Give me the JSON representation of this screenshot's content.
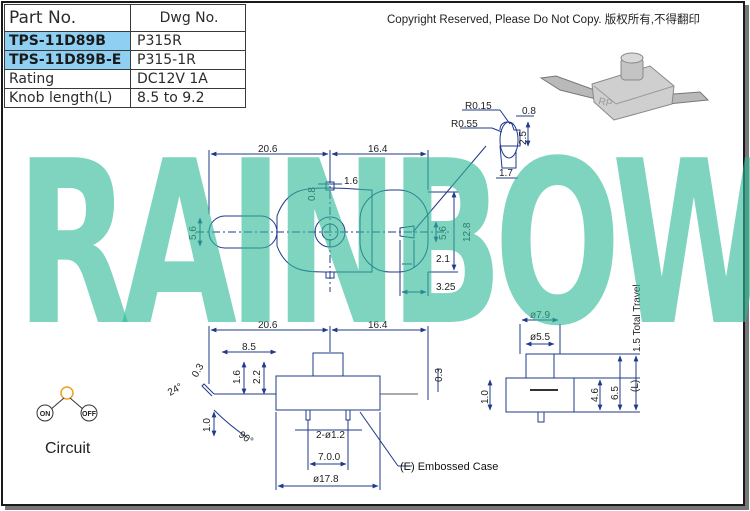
{
  "spec_table": {
    "header": {
      "part_no": "Part No.",
      "dwg_no": "Dwg No."
    },
    "rows": [
      {
        "label": "TPS-11D89B",
        "value": "P315R",
        "highlight": true
      },
      {
        "label": "TPS-11D89B-E",
        "value": "P315-1R",
        "highlight": true
      },
      {
        "label": "Rating",
        "value": "DC12V 1A",
        "highlight": false
      },
      {
        "label": "Knob length(L)",
        "value": "8.5 to 9.2",
        "highlight": false
      }
    ]
  },
  "copyright": "Copyright Reserved, Please Do Not Copy. 版权所有,不得翻印",
  "watermark": "RAINBOW",
  "product_logo": "RP",
  "colors": {
    "watermark": "#2eba96",
    "highlight": "#8fd0f2",
    "line": "#1f3a8a"
  },
  "circuit": {
    "label": "Circuit",
    "on_label": "ON",
    "off_label": "OFF"
  },
  "top_view": {
    "dim_left": "20.6",
    "dim_right": "16.4",
    "dim_slot": "1.6",
    "dim_slot_depth": "0.8",
    "dim_shaft": "5.6",
    "dim_tab_h": "5.6",
    "dim_height": "12.8",
    "dim_tab_w": "2.1",
    "dim_tab_offset": "3.25"
  },
  "detail": {
    "r1": "R0.15",
    "r2": "R0.55",
    "w1": "0.8",
    "h1": "2.5",
    "w2": "1.7"
  },
  "side_view": {
    "dim_left": "20.6",
    "dim_right": "16.4",
    "dim_knob": "8.5",
    "dim_a": "1.6",
    "dim_b": "2.2",
    "dim_tab": "0.3",
    "dim_angle_small": "0.3",
    "angle": "24°",
    "angle2": "90°",
    "dim_left_h": "1.0",
    "dim_pins": "2-ø1.2",
    "dim_pitch": "7.0.0",
    "dim_width": "ø17.8",
    "embossed": "(E) Embossed Case"
  },
  "end_view": {
    "dim_knob": "ø7.9",
    "dim_base": "ø5.5",
    "dim_travel": "1.5 Total Travel",
    "dim_l": "(L)",
    "dim_h1": "4.6",
    "dim_h2": "6.5",
    "dim_left": "1.0"
  }
}
